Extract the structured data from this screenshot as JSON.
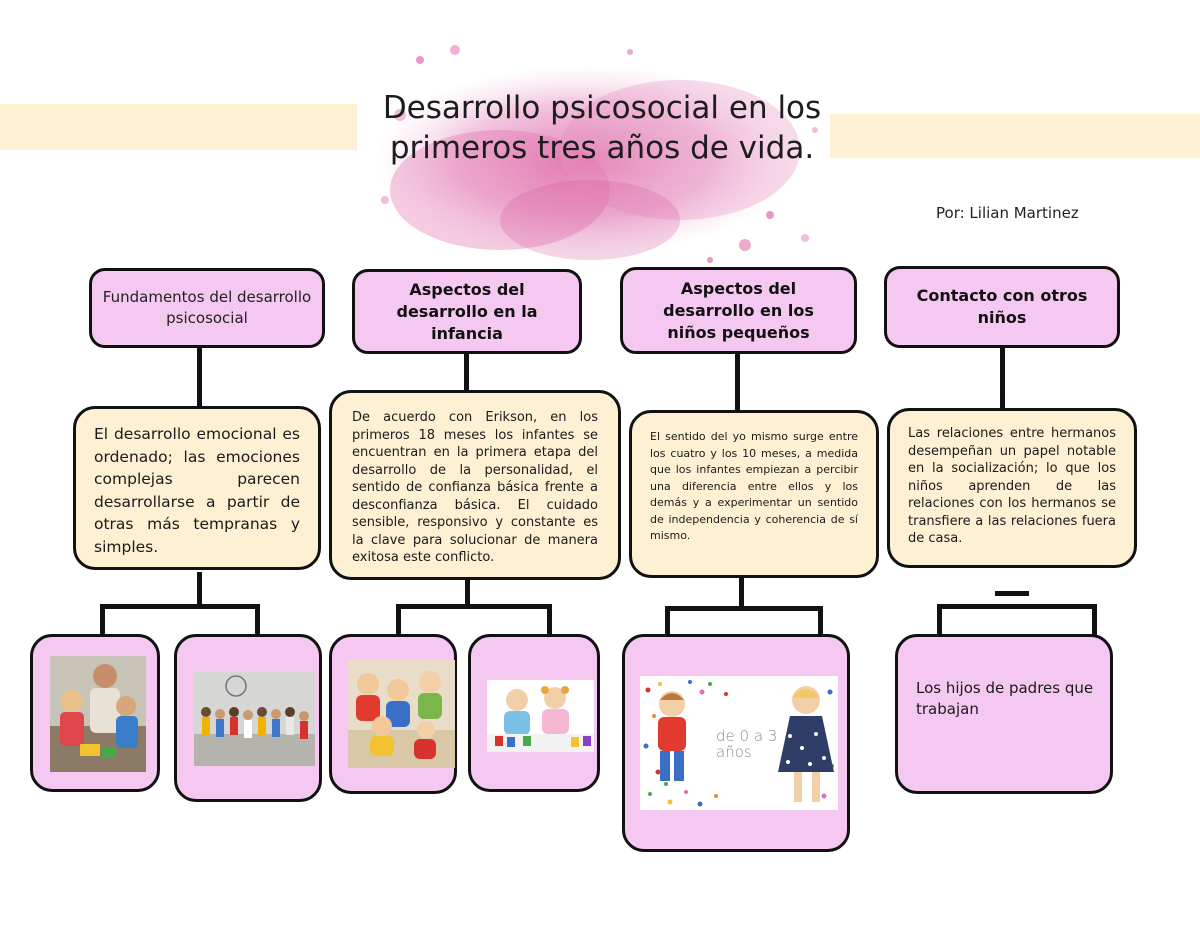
{
  "title": "Desarrollo psicosocial en los primeros tres años de vida.",
  "author": "Por: Lilian Martinez",
  "headers": [
    "Fundamentos del desarrollo psicosocial",
    "Aspectos del desarrollo en la infancia",
    "Aspectos del desarrollo en los niños pequeños",
    "Contacto con otros niños"
  ],
  "descriptions": [
    "El desarrollo emocional es ordenado; las emociones complejas parecen desarrollarse a partir de otras más tempranas y simples.",
    "De acuerdo con Erikson, en los primeros 18 meses los infantes se encuentran en la primera etapa del desarrollo de la personalidad, el sentido de confianza básica frente a desconfianza básica. El cuidado sensible, responsivo y constante es la clave para solucionar de manera exitosa este conflicto.",
    "El sentido del yo mismo surge entre los cuatro y los 10 meses, a medida que los infantes empiezan a percibir una diferencia entre ellos y los demás y a experimentar un sentido de independencia y coherencia de sí mismo.",
    "Las relaciones entre hermanos desempeñan un papel notable en la socialización; lo que los niños aprenden de las relaciones con los hermanos se transfiere a las relaciones fuera de casa."
  ],
  "photo_caption": "de 0 a 3 años",
  "leaf_text": "Los hijos de padres que trabajan",
  "colors": {
    "pink": "#f4c8f0",
    "cream": "#fdf0d3",
    "outline": "#111111",
    "splash": "#d9559b"
  }
}
